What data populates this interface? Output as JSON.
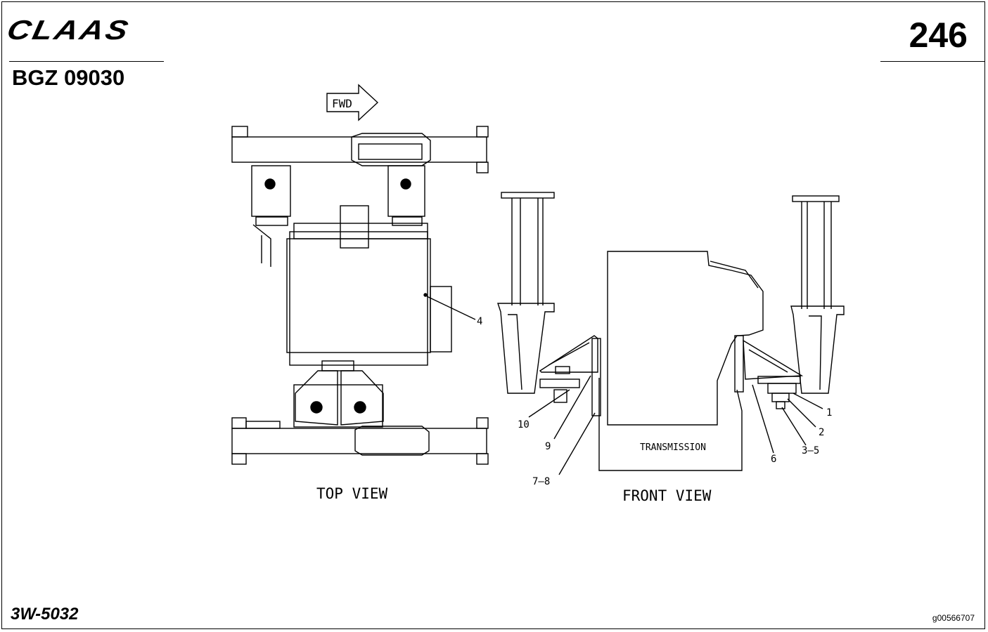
{
  "header": {
    "brand": "CLAAS",
    "doc_number": "BGZ 09030",
    "page_number": "246"
  },
  "footer": {
    "left_code": "3W-5032",
    "right_code": "g00566707"
  },
  "diagram": {
    "fwd_label": "FWD",
    "top_view_label": "TOP VIEW",
    "front_view_label": "FRONT VIEW",
    "transmission_label": "TRANSMISSION",
    "callouts": {
      "c1": "1",
      "c2": "2",
      "c3_5": "3–5",
      "c4": "4",
      "c6": "6",
      "c7_8": "7–8",
      "c9": "9",
      "c10": "10"
    }
  }
}
